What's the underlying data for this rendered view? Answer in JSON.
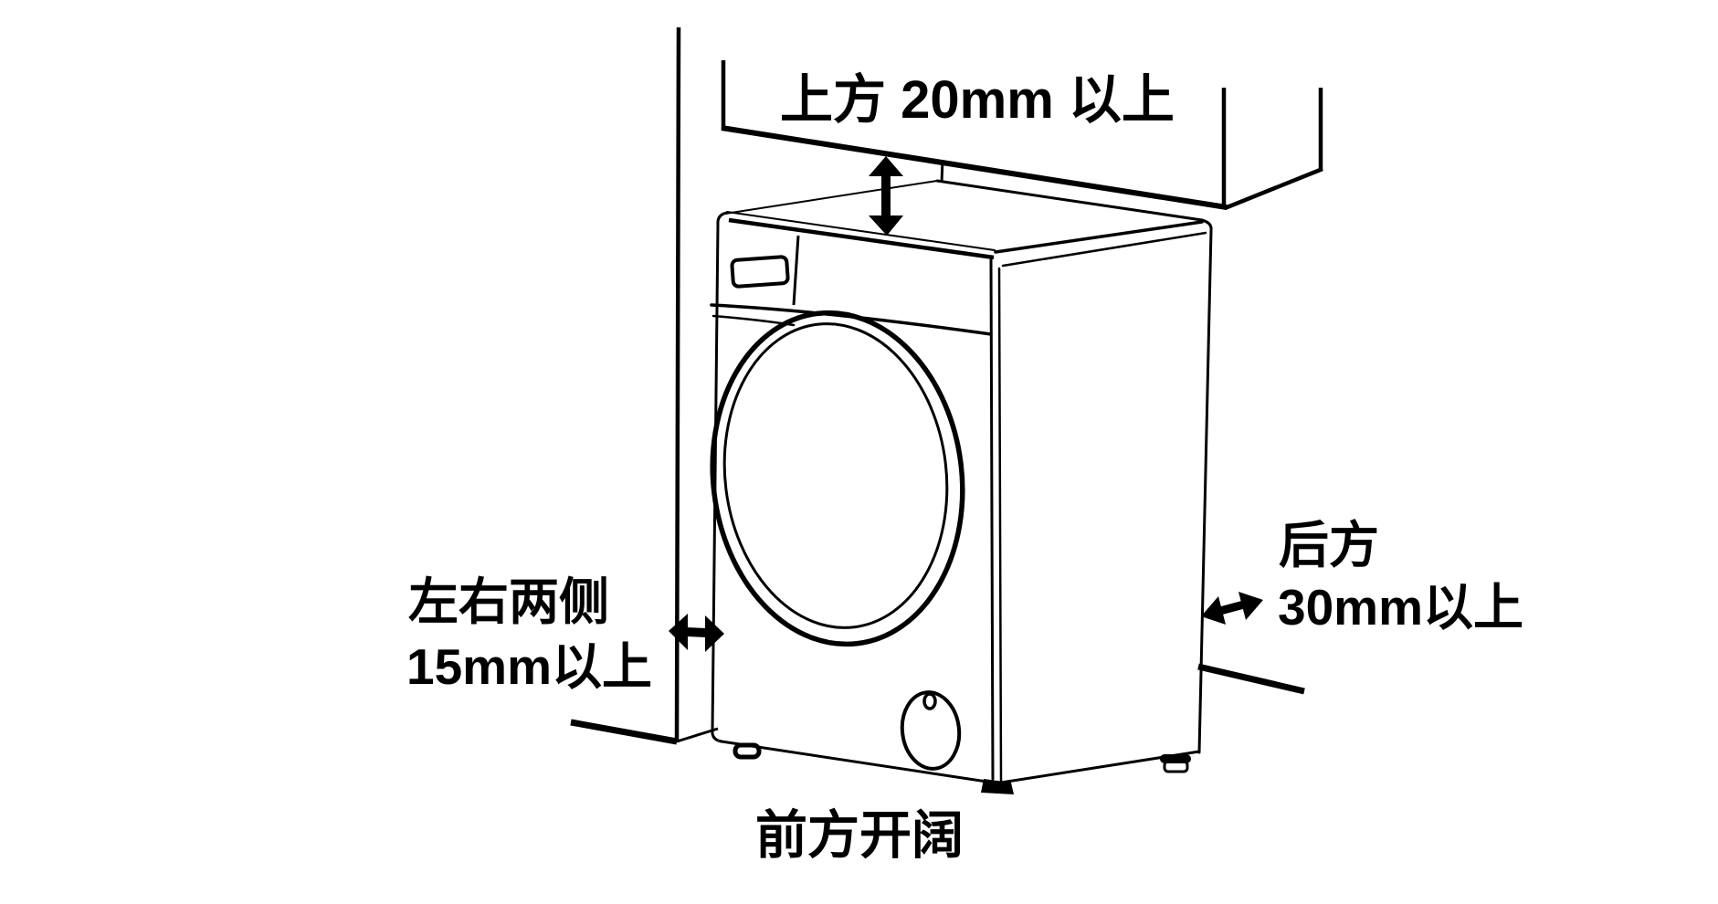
{
  "diagram": {
    "background_color": "#FFFFFF",
    "line_color": "#000000",
    "text_color": "#000000"
  },
  "labels": {
    "top_clearance": "上方 20mm 以上",
    "side_line1": "左右两侧",
    "side_line2": "15mm以上",
    "rear_line1": "后方",
    "rear_line2": "30mm以上",
    "front_clearance": "前方开阔"
  }
}
